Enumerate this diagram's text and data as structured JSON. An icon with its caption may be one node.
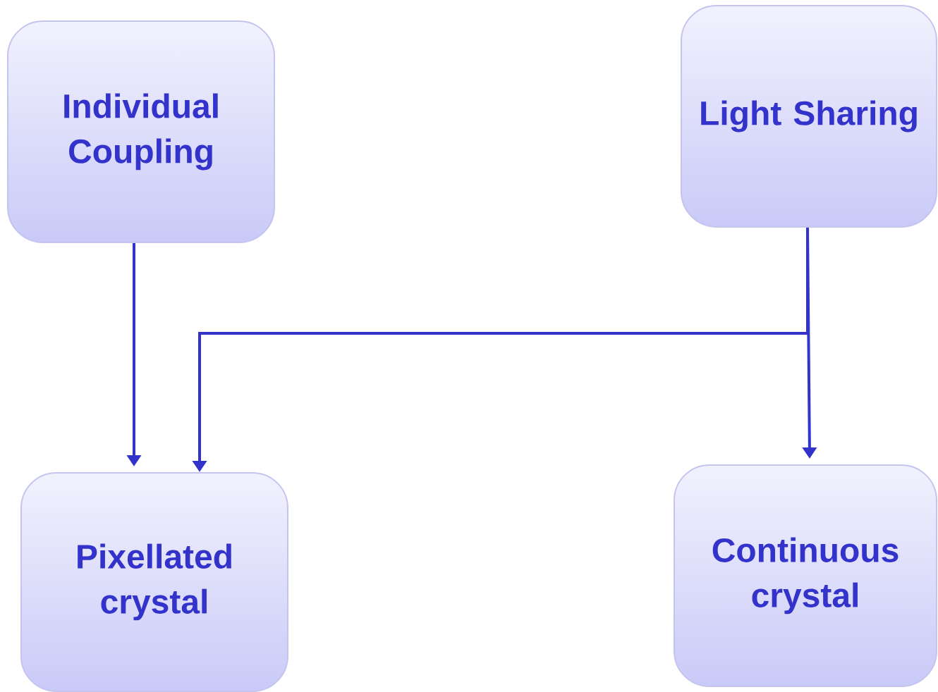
{
  "diagram": {
    "nodes": [
      {
        "text": [
          "Individual Coupling"
        ]
      },
      {
        "text": [
          "Light Sharing"
        ]
      },
      {
        "text": [
          "Pixellated crystal"
        ]
      },
      {
        "text": [
          "Continuous crystal"
        ]
      }
    ],
    "edges": [
      {
        "from": 0,
        "to": 2,
        "arrow": "to"
      },
      {
        "from": 1,
        "to": 3,
        "arrow": "to"
      },
      {
        "from": 1,
        "to": 2,
        "arrow": "to"
      }
    ]
  }
}
